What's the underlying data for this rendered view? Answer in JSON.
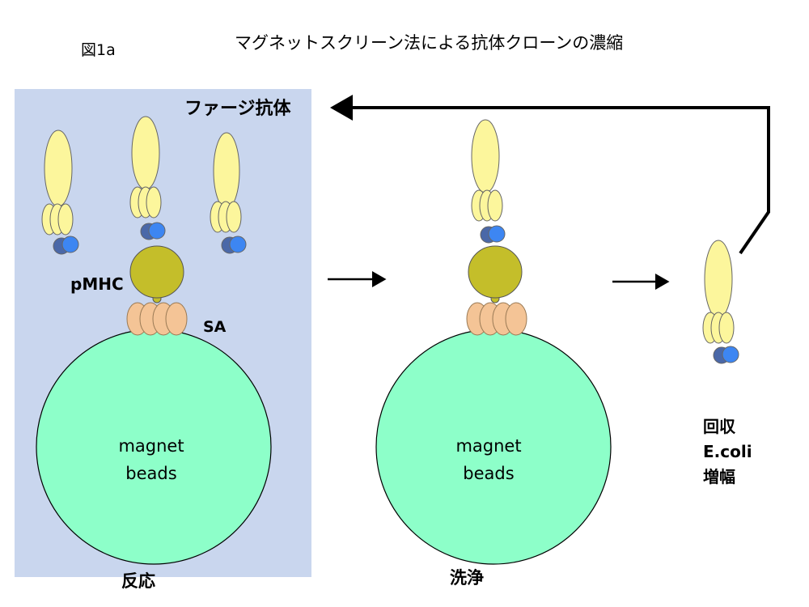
{
  "figure_label": "図1a",
  "title": "マグネットスクリーン法による抗体クローンの濃縮",
  "labels": {
    "phage_antibody": "ファージ抗体",
    "pmhc": "pMHC",
    "sa": "SA",
    "beads_line1": "magnet",
    "beads_line2": "beads",
    "reaction": "反応",
    "wash": "洗浄",
    "recover_line1": "回収",
    "recover_line2": "E.coli",
    "recover_line3": "増幅"
  },
  "colors": {
    "panel_bg": "#c9d6ee",
    "bead": "#8dffc9",
    "antibody": "#fcf69c",
    "pmhc": "#c4be2a",
    "streptavidin": "#f4c496",
    "domain_dark": "#4a68a8",
    "domain_light": "#3d86f2"
  }
}
